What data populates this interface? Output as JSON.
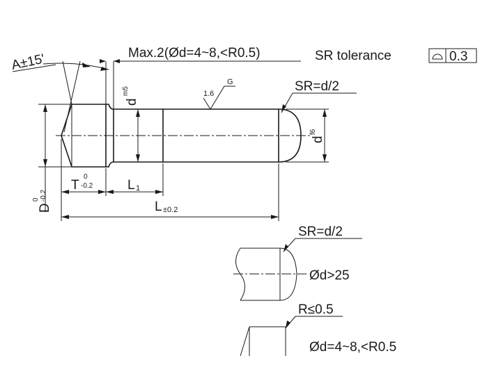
{
  "drawing": {
    "angle_label": "A±15'",
    "max_note": "Max.2(Ød=4~8,<R0.5)",
    "sr_tolerance_label": "SR  tolerance",
    "tolerance_value": "0.3",
    "roughness_value": "1.6",
    "roughness_grade": "G",
    "sr_label": "SR=d/2",
    "d_m5_base": "d",
    "d_m5_sup": "m5",
    "d_f6_base": "d",
    "d_f6_sup": "f6",
    "D_base": "D",
    "D_upper": "0",
    "D_lower": "-0.2",
    "T_base": "T",
    "T_upper": "0",
    "T_lower": "-0.2",
    "L1_base": "L",
    "L1_sub": "1",
    "L_base": "L",
    "L_tol": "±0.2",
    "detail1_sr_label": "SR=d/2",
    "detail1_condition": "Ød>25",
    "detail2_r_label": "R≤0.5",
    "detail2_condition": "Ød=4~8,<R0.5"
  }
}
